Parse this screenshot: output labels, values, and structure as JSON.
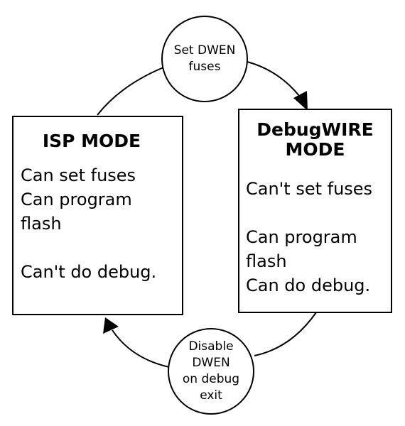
{
  "isp_mode": {
    "title": "ISP MODE",
    "lines": [
      "Can set fuses",
      "Can program",
      "flash",
      "",
      "Can't do debug."
    ]
  },
  "debugwire_mode": {
    "title_line1": "DebugWIRE",
    "title_line2": "MODE",
    "lines": [
      "Can't set fuses",
      "",
      "Can program",
      "flash",
      "Can do debug."
    ]
  },
  "transitions": {
    "set_dwen": {
      "line1": "Set DWEN",
      "line2": "fuses"
    },
    "disable_dwen": {
      "line1": "Disable",
      "line2": "DWEN",
      "line3": "on debug",
      "line4": "exit"
    }
  }
}
